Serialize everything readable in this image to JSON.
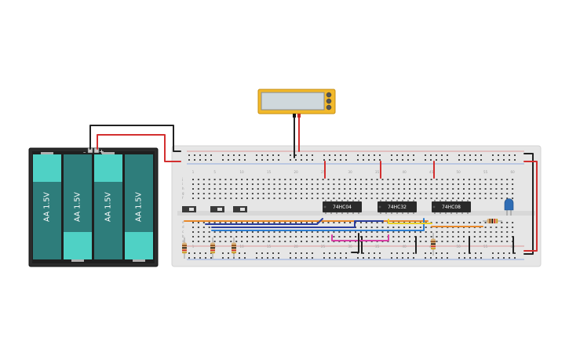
{
  "circuit": {
    "battery_pack": {
      "cells": [
        {
          "label": "AA 1.5V"
        },
        {
          "label": "AA 1.5V"
        },
        {
          "label": "AA 1.5V"
        },
        {
          "label": "AA 1.5V"
        }
      ],
      "negative_symbol": "–",
      "positive_symbol": "+",
      "cell_color": "#2e7d7b",
      "cap_color": "#4fd1c5"
    },
    "multimeter": {
      "display_text": "",
      "body_color": "#f2b92b"
    },
    "breadboard": {
      "row_numbers": [
        "1",
        "5",
        "10",
        "15",
        "20",
        "25",
        "30",
        "35",
        "40",
        "45",
        "50",
        "55",
        "60"
      ],
      "rows_top": [
        "j",
        "i",
        "h",
        "g",
        "f"
      ],
      "rows_bottom": [
        "e",
        "d",
        "c",
        "b",
        "a"
      ]
    },
    "chips": [
      {
        "label": "74HC04"
      },
      {
        "label": "74HC32"
      },
      {
        "label": "74HC08"
      }
    ],
    "switches": [
      {
        "name": "slide-switch-1"
      },
      {
        "name": "slide-switch-2"
      },
      {
        "name": "slide-switch-3"
      }
    ],
    "led": {
      "color": "#2f6db5"
    },
    "wire_colors": {
      "power": "#d32f2f",
      "ground": "#222222",
      "orange": "#e8892b",
      "blue": "#2f7fd1",
      "yellow": "#e9cf25",
      "navy": "#2c3e9e",
      "magenta": "#d63fa3"
    }
  }
}
